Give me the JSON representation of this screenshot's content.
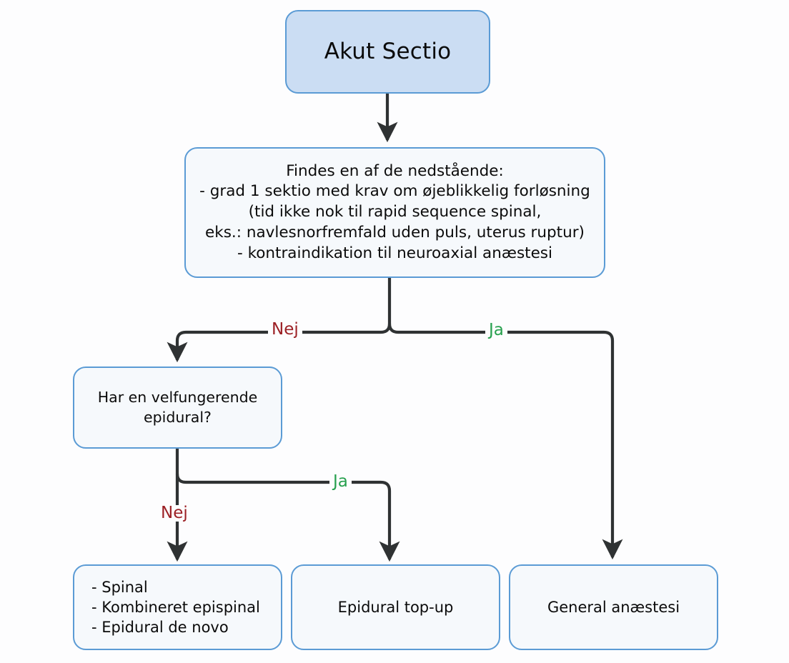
{
  "chart_data": {
    "type": "diagram",
    "title": "Akut Sectio",
    "nodes": [
      {
        "id": "start",
        "label": "Akut Sectio",
        "kind": "start",
        "fill": "#cbddf3",
        "stroke": "#5b9bd5"
      },
      {
        "id": "decision_main",
        "label": "Findes en af de nedstående:\n- grad 1 sektio med krav om øjeblikkelig forløsning\n(tid ikke nok til rapid sequence spinal,\neks.: navlesnorfremfald uden puls, uterus ruptur)\n- kontraindikation til neuroaxial anæstesi",
        "kind": "decision",
        "fill": "#f6f9fc",
        "stroke": "#5b9bd5"
      },
      {
        "id": "decision_epidural",
        "label": "Har en velfungerende\nepidural?",
        "kind": "decision",
        "fill": "#f6f9fc",
        "stroke": "#5b9bd5"
      },
      {
        "id": "outcome_spinal",
        "label": "- Spinal\n- Kombineret epispinal\n- Epidural de novo",
        "kind": "outcome",
        "fill": "#f6f9fc",
        "stroke": "#5b9bd5"
      },
      {
        "id": "outcome_topup",
        "label": "Epidural top-up",
        "kind": "outcome",
        "fill": "#f6f9fc",
        "stroke": "#5b9bd5"
      },
      {
        "id": "outcome_ga",
        "label": "General anæstesi",
        "kind": "outcome",
        "fill": "#f6f9fc",
        "stroke": "#5b9bd5"
      }
    ],
    "edges": [
      {
        "from": "start",
        "to": "decision_main",
        "label": ""
      },
      {
        "from": "decision_main",
        "to": "decision_epidural",
        "label": "Nej"
      },
      {
        "from": "decision_main",
        "to": "outcome_ga",
        "label": "Ja"
      },
      {
        "from": "decision_epidural",
        "to": "outcome_spinal",
        "label": "Nej"
      },
      {
        "from": "decision_epidural",
        "to": "outcome_topup",
        "label": "Ja"
      }
    ],
    "labels": {
      "yes": "Ja",
      "no": "Nej"
    },
    "colors": {
      "yes": "#27a04e",
      "no": "#9c2025",
      "connector": "#2f3233",
      "node_border": "#5b9bd5",
      "node_fill": "#f6f9fc",
      "start_fill": "#cbddf3",
      "background": "#fdfdfe",
      "text": "#0b0b0b"
    }
  },
  "nodes": {
    "start": {
      "label": "Akut Sectio"
    },
    "decision_main": {
      "label": "Findes en af de nedstående:\n- grad 1 sektio med krav om øjeblikkelig forløsning\n(tid ikke nok til rapid sequence spinal,\neks.: navlesnorfremfald uden puls, uterus ruptur)\n- kontraindikation til neuroaxial anæstesi"
    },
    "decision_epidural": {
      "label": "Har en velfungerende\nepidural?"
    },
    "outcome_spinal": {
      "label": "- Spinal\n- Kombineret epispinal\n- Epidural de novo"
    },
    "outcome_topup": {
      "label": "Epidural top-up"
    },
    "outcome_ga": {
      "label": "General anæstesi"
    }
  },
  "edge_labels": {
    "main_no": "Nej",
    "main_yes": "Ja",
    "epidural_no": "Nej",
    "epidural_yes": "Ja"
  }
}
